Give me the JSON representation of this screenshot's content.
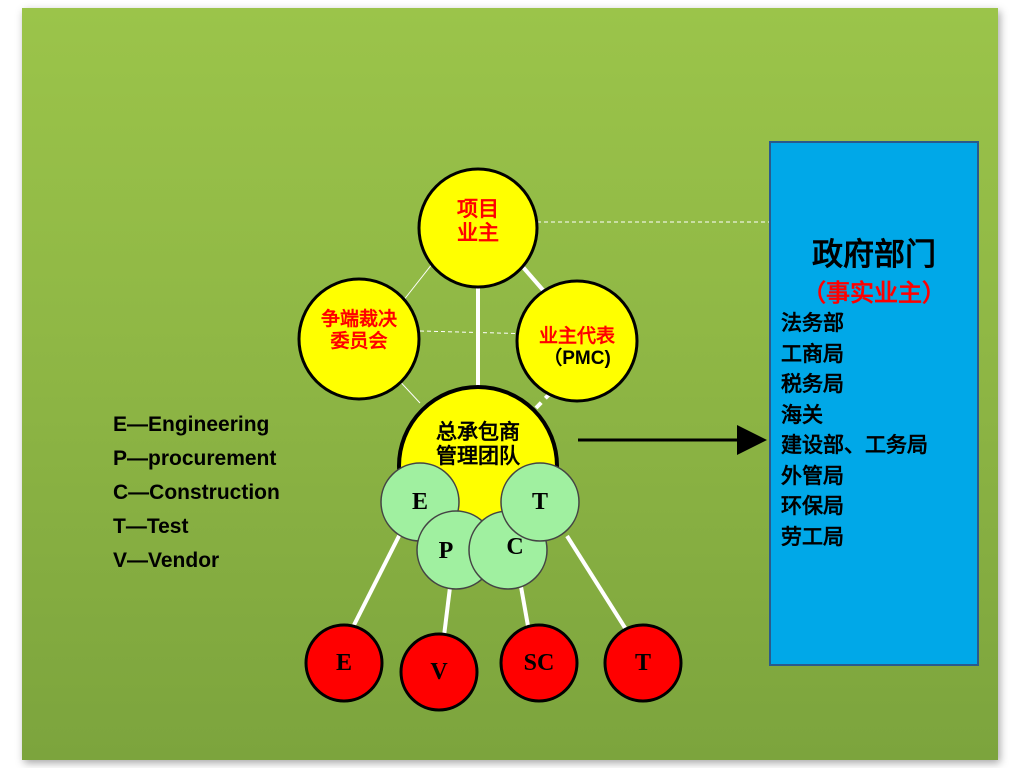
{
  "owner": {
    "line1": "项目",
    "line2": "业主"
  },
  "dispute_board": {
    "line1": "争端裁决",
    "line2": "委员会"
  },
  "pmc": {
    "line1": "业主代表",
    "line2": "（PMC)"
  },
  "contractor": {
    "line1": "总承包商",
    "line2": "管理团队"
  },
  "epc_circles": [
    "E",
    "P",
    "C",
    "T"
  ],
  "bottom_nodes": [
    "E",
    "V",
    "SC",
    "T"
  ],
  "legend": [
    "E—Engineering",
    "P—procurement",
    "C—Construction",
    "T—Test",
    "V—Vendor"
  ],
  "government": {
    "title": "政府部门",
    "subtitle": "（事实业主）",
    "departments": [
      "法务部",
      "工商局",
      "税务局",
      "海关",
      "建设部、工务局",
      "外管局",
      "环保局",
      "劳工局"
    ]
  },
  "colors": {
    "background": "#8fb745",
    "node_yellow": "#ffff00",
    "node_red": "#ff0000",
    "epc_green": "#a0f0a0",
    "gov_blue": "#00a8e8"
  }
}
